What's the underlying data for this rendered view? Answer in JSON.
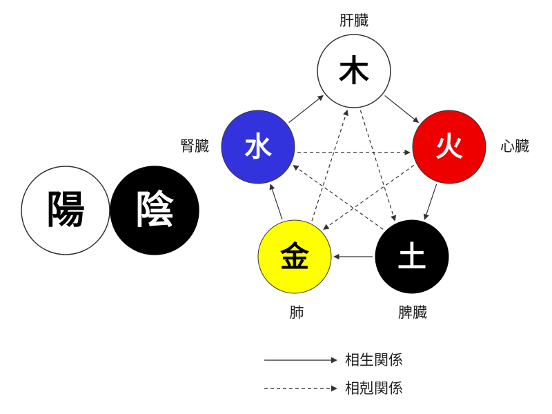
{
  "yin_yang": {
    "yang": {
      "label": "陽",
      "fill": "#ffffff",
      "text_color": "#000000"
    },
    "yin": {
      "label": "陰",
      "fill": "#000000",
      "text_color": "#ffffff"
    }
  },
  "elements": {
    "wood": {
      "char": "木",
      "organ": "肝臓",
      "fill": "#ffffff",
      "text_color": "#000000"
    },
    "fire": {
      "char": "火",
      "organ": "心臓",
      "fill": "#ee0000",
      "text_color": "#ffffff"
    },
    "earth": {
      "char": "土",
      "organ": "脾臓",
      "fill": "#000000",
      "text_color": "#ffffff"
    },
    "metal": {
      "char": "金",
      "organ": "肺",
      "fill": "#ffff00",
      "text_color": "#000000"
    },
    "water": {
      "char": "水",
      "organ": "腎臓",
      "fill": "#3333dd",
      "text_color": "#ffffff"
    }
  },
  "relations": {
    "generating": [
      [
        "wood",
        "fire"
      ],
      [
        "fire",
        "earth"
      ],
      [
        "earth",
        "metal"
      ],
      [
        "metal",
        "water"
      ],
      [
        "water",
        "wood"
      ]
    ],
    "controlling": [
      [
        "wood",
        "earth"
      ],
      [
        "earth",
        "water"
      ],
      [
        "water",
        "fire"
      ],
      [
        "fire",
        "metal"
      ],
      [
        "metal",
        "wood"
      ]
    ]
  },
  "legend": {
    "generating_label": "相生関係",
    "controlling_label": "相剋関係"
  }
}
